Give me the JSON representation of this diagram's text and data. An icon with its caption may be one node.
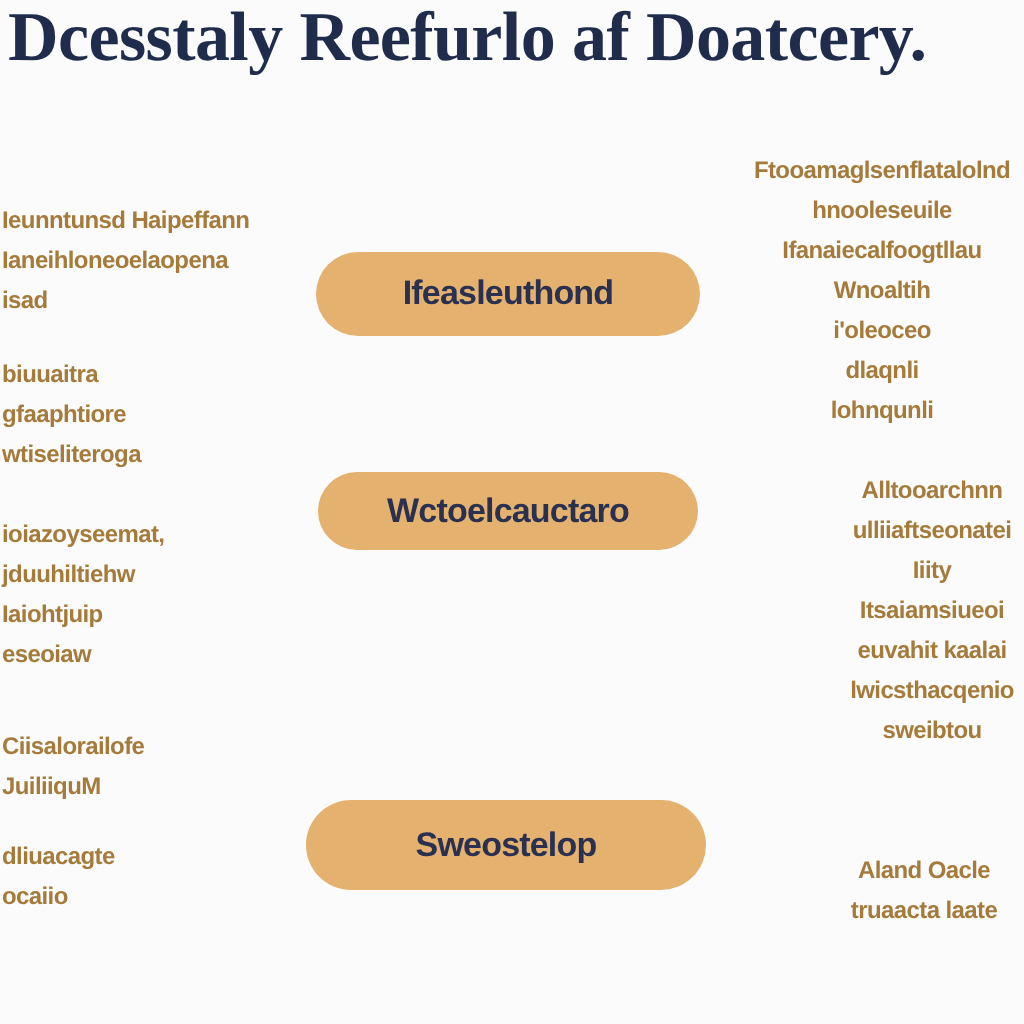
{
  "diagram": {
    "title": "Dcesstaly Reefurlo af Doatcery.",
    "nodes": [
      {
        "text": [
          "Ifeasleuthond"
        ]
      },
      {
        "text": [
          "Wctoelcauctaro"
        ]
      },
      {
        "text": [
          "Sweostelop"
        ]
      }
    ],
    "labels": [
      "Ftooamaglsenflatalolnd hnooleseuile Ifanaiecalfoogtllau Wnoaltih i'oleoceo dlaqnli lohnqunli",
      "Ieunntunsd Haipeffann Ianeihloneoelaopena isad",
      "biuuaitra gfaaphtiore wtiseliteroga",
      "Alltooarchnn ulliiaftseonatei Iiity Itsaiamsiueoi euvahit kaalai lwicsthacqenio sweibtou",
      "ioiazoyseemat, jduuhiltiehw Iaiohtjuip eseoiaw",
      "Ciisalorailofe JuiliiquM",
      "dliuacagte ocaiio",
      "Aland Oacle truaacta laate"
    ]
  }
}
